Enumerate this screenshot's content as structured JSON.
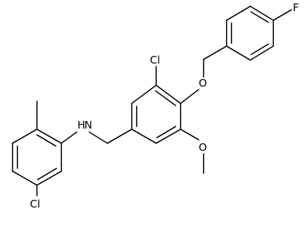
{
  "structure": {
    "atoms": {
      "cl_top": "Cl",
      "o_ether": "O",
      "f": "F",
      "nh": "H",
      "n": "N",
      "o_methoxy": "O",
      "cl_bottom": "Cl"
    }
  }
}
